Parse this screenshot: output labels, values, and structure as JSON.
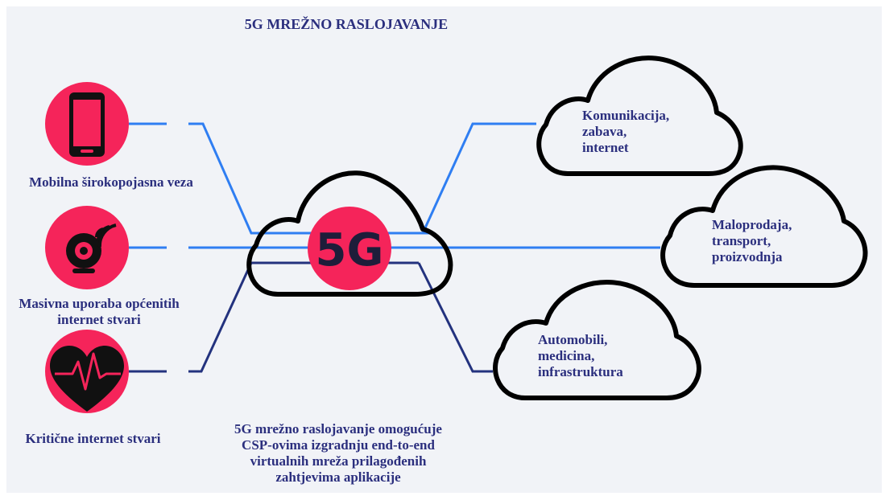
{
  "title": "5G MREŽNO RASLOJAVANJE",
  "center": {
    "label": "5G"
  },
  "sources": [
    {
      "label": "Mobilna širokopojasna veza",
      "icon": "smartphone-icon"
    },
    {
      "label": "Masivna uporaba općenitih internet stvari",
      "icon": "webcam-icon"
    },
    {
      "label": "Kritične internet stvari",
      "icon": "heartbeat-icon"
    }
  ],
  "targets": [
    {
      "label": "Komunikacija, zabava, internet",
      "lines": [
        "Komunikacija,",
        "zabava,",
        "internet"
      ]
    },
    {
      "label": "Maloprodaja, transport, proizvodnja",
      "lines": [
        "Maloprodaja,",
        "transport,",
        "proizvodnja"
      ]
    },
    {
      "label": "Automobili, medicina, infrastruktura",
      "lines": [
        "Automobili,",
        "medicina,",
        "infrastruktura"
      ]
    }
  ],
  "footnote": "5G mrežno raslojavanje omogućuje CSP-ovima izgradnju end-to-end virtualnih mreža prilagođenih zahtjevima aplikacije",
  "footnote_lines": [
    "5G mrežno raslojavanje omogućuje",
    "CSP-ovima izgradnju end-to-end",
    "virtualnih mreža prilagođenih",
    "zahtjevima aplikacije"
  ],
  "colors": {
    "background": "#f1f3f7",
    "accent_pink": "#f5245a",
    "line_light_blue": "#2f7ef2",
    "line_dark_blue": "#23327e",
    "text": "#2b2f7e",
    "outline": "#000000"
  }
}
